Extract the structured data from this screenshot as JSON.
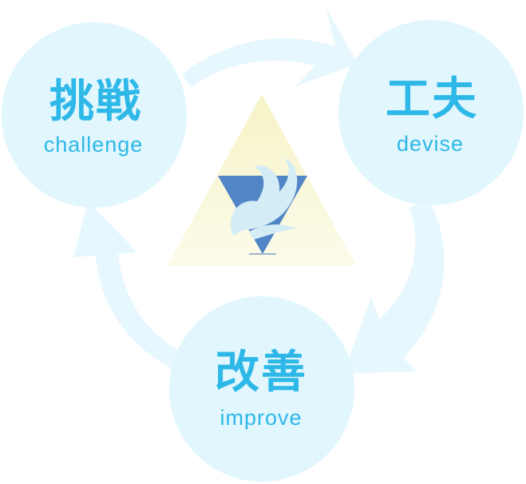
{
  "colors": {
    "circle_fill": "#e1f6fd",
    "arrow_fill": "#e6f7fd",
    "text": "#2db8e8",
    "triangle_light": "#fbf8d8",
    "triangle_dark": "#5185c6",
    "wave": "#d3ecf6"
  },
  "nodes": [
    {
      "id": "challenge",
      "kanji": "挑戦",
      "english": "challenge"
    },
    {
      "id": "devise",
      "kanji": "工夫",
      "english": "devise"
    },
    {
      "id": "improve",
      "kanji": "改善",
      "english": "improve"
    }
  ],
  "center_icon": "wave-triangle-logo"
}
